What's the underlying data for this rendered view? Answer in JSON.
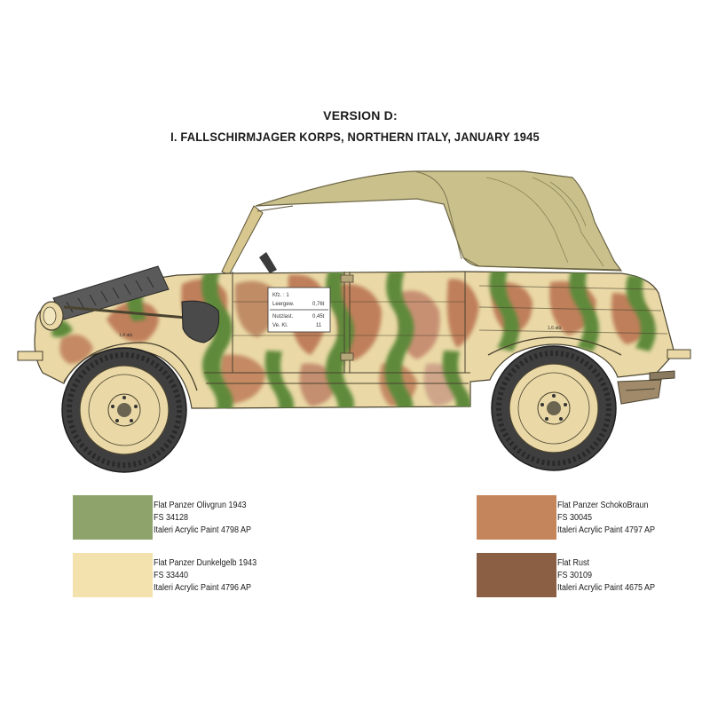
{
  "title": {
    "line1": "VERSION D:",
    "line2": "I. FALLSCHIRMJAGER KORPS, NORTHERN ITALY, JANUARY 1945"
  },
  "door_plate": {
    "kfz": "Kfz. : 1",
    "leergew_label": "Leergew.",
    "leergew_value": "0,76t",
    "nutzlast_label": "Nutzlast.",
    "nutzlast_value": "0,45t",
    "ve_kl_label": "Ve. Kl.",
    "ve_kl_value": "11"
  },
  "body_markings": {
    "front": "1,4 atü",
    "rear": "1,6 atü"
  },
  "colors": {
    "base_sand": "#ead9a6",
    "olive_green": "#5e8a3a",
    "brown": "#bf7f5a",
    "canvas_top": "#c9c08c"
  },
  "legend": [
    {
      "name": "Flat Panzer Olivgrun 1943",
      "fs": "FS 34128",
      "paint": "Italeri Acrylic Paint 4798 AP",
      "color": "#8ea26b"
    },
    {
      "name": "Flat Panzer Dunkelgelb 1943",
      "fs": "FS 33440",
      "paint": "Italeri Acrylic Paint 4796 AP",
      "color": "#f3e2ad"
    },
    {
      "name": "Flat Panzer SchokoBraun",
      "fs": "FS  30045",
      "paint": "Italeri Acrylic Paint 4797 AP",
      "color": "#c4855d"
    },
    {
      "name": "Flat Rust",
      "fs": "FS 30109",
      "paint": "Italeri Acrylic Paint 4675 AP",
      "color": "#8a5f44"
    }
  ]
}
